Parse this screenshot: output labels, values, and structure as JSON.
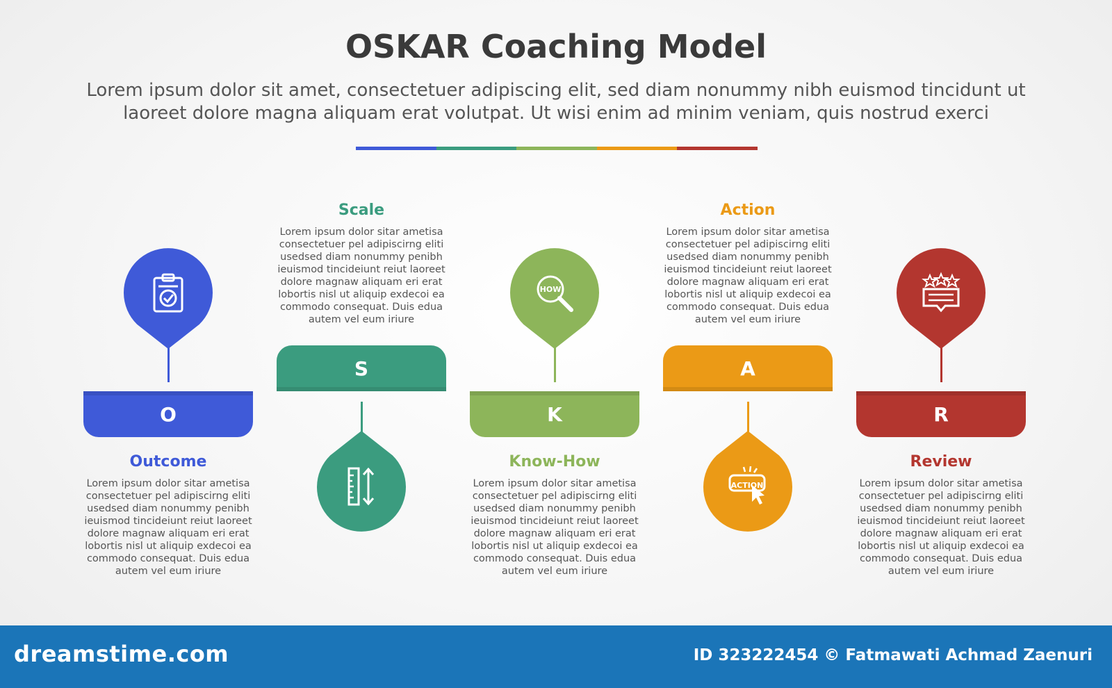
{
  "title": "OSKAR Coaching Model",
  "subtitle_lines": [
    "Lorem ipsum dolor sit amet, consectetuer adipiscing elit, sed diam nonummy nibh euismod tincidunt ut",
    "laoreet dolore magna aliquam erat volutpat. Ut wisi enim ad minim veniam, quis nostrud exerci"
  ],
  "colors": {
    "blue": "#3f5ad8",
    "teal": "#3b9c7f",
    "green": "#8db55a",
    "orange": "#eb9a16",
    "red": "#b3362f"
  },
  "stages": [
    {
      "letter": "O",
      "title": "Outcome",
      "color": "#3f5ad8",
      "icon": "clipboard-check-icon",
      "text_lines": [
        "Lorem ipsum dolor sitar ametisa",
        "consectetuer pel adipiscirng eliti",
        "usedsed diam nonummy penibh",
        "ieuismod tincideiunt reiut laoreet",
        "dolore magnaw aliquam eri erat",
        "lobortis nisl ut aliquip exdecoi ea",
        "commodo consequat. Duis edua",
        "autem vel eum iriure"
      ]
    },
    {
      "letter": "S",
      "title": "Scale",
      "color": "#3b9c7f",
      "icon": "ruler-scale-icon",
      "text_lines": [
        "Lorem ipsum dolor sitar ametisa",
        "consectetuer pel adipiscirng eliti",
        "usedsed diam nonummy penibh",
        "ieuismod tincideiunt reiut laoreet",
        "dolore magnaw aliquam eri erat",
        "lobortis nisl ut aliquip exdecoi ea",
        "commodo consequat. Duis edua",
        "autem vel eum iriure"
      ]
    },
    {
      "letter": "K",
      "title": "Know-How",
      "color": "#8db55a",
      "icon": "how-magnifier-icon",
      "icon_label": "HOW",
      "text_lines": [
        "Lorem ipsum dolor sitar ametisa",
        "consectetuer pel adipiscirng eliti",
        "usedsed diam nonummy penibh",
        "ieuismod tincideiunt reiut laoreet",
        "dolore magnaw aliquam eri erat",
        "lobortis nisl ut aliquip exdecoi ea",
        "commodo consequat. Duis edua",
        "autem vel eum iriure"
      ]
    },
    {
      "letter": "A",
      "title": "Action",
      "color": "#eb9a16",
      "icon": "action-click-icon",
      "icon_label": "ACTION",
      "text_lines": [
        "Lorem ipsum dolor sitar ametisa",
        "consectetuer pel adipiscirng eliti",
        "usedsed diam nonummy penibh",
        "ieuismod tincideiunt reiut laoreet",
        "dolore magnaw aliquam eri erat",
        "lobortis nisl ut aliquip exdecoi ea",
        "commodo consequat. Duis edua",
        "autem vel eum iriure"
      ]
    },
    {
      "letter": "R",
      "title": "Review",
      "color": "#b3362f",
      "icon": "review-stars-icon",
      "text_lines": [
        "Lorem ipsum dolor sitar ametisa",
        "consectetuer pel adipiscirng eliti",
        "usedsed diam nonummy penibh",
        "ieuismod tincideiunt reiut laoreet",
        "dolore magnaw aliquam eri erat",
        "lobortis nisl ut aliquip exdecoi ea",
        "commodo consequat. Duis edua",
        "autem vel eum iriure"
      ]
    }
  ],
  "footer": {
    "brand": "dreamstime.com",
    "credit": "ID 323222454 © Fatmawati  Achmad Zaenuri"
  }
}
